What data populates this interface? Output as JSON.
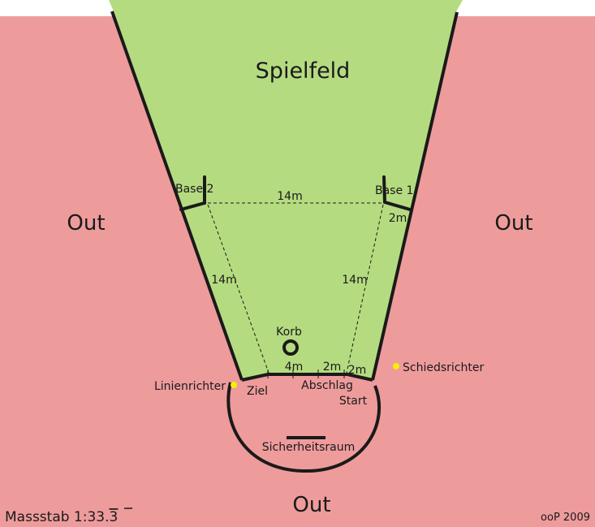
{
  "diagram": {
    "title": "Spielfeld",
    "zones": {
      "field": "Spielfeld",
      "out_left": "Out",
      "out_right": "Out",
      "out_bottom": "Out",
      "safety_area": "Sicherheitsraum"
    },
    "bases": {
      "base1": "Base 1",
      "base2": "Base 2"
    },
    "distances": {
      "base2_to_base1": "14m",
      "left_diagonal": "14m",
      "right_diagonal": "14m",
      "base1_offset": "2m",
      "ziel_to_abschlag": "4m",
      "abschlag_to_start": "2m",
      "start_offset": "2m"
    },
    "points": {
      "basket": "Korb",
      "goal": "Ziel",
      "tee": "Abschlag",
      "start": "Start",
      "line_judge": "Linienrichter",
      "umpire": "Schiedsrichter"
    },
    "footer": {
      "scale_prefix": "Massstab 1:33.",
      "scale_repeating_digit": "3",
      "credit": "ooP 2009"
    },
    "colors": {
      "field": "#b5db80",
      "out": "#ee9b9c",
      "line": "#1a1a1a",
      "official_marker": "#f5f000",
      "background": "#ffffff"
    }
  }
}
